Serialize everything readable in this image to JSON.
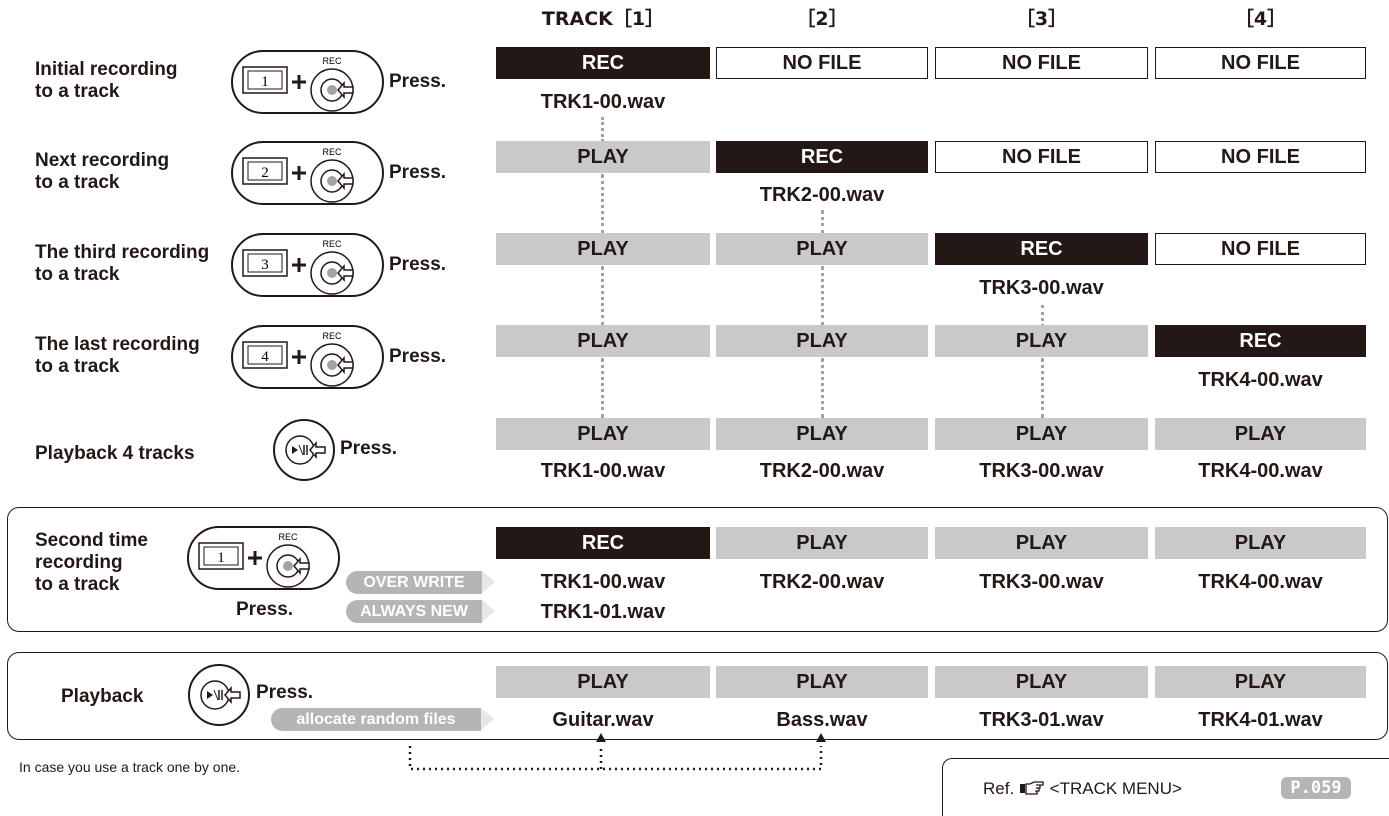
{
  "headers": [
    "TRACK［1］",
    "［2］",
    "［3］",
    "［4］"
  ],
  "states": {
    "rec": "REC",
    "play": "PLAY",
    "nofile": "NO FILE"
  },
  "press_label": "Press.",
  "rows": [
    {
      "label_lines": [
        "Initial recording",
        "to a track"
      ],
      "key": "1",
      "cells": [
        "rec",
        "nofile",
        "nofile",
        "nofile"
      ],
      "files": [
        "TRK1-00.wav",
        "",
        "",
        ""
      ]
    },
    {
      "label_lines": [
        "Next recording",
        "to a track"
      ],
      "key": "2",
      "cells": [
        "play",
        "rec",
        "nofile",
        "nofile"
      ],
      "files": [
        "",
        "TRK2-00.wav",
        "",
        ""
      ]
    },
    {
      "label_lines": [
        "The third recording",
        "to a track"
      ],
      "key": "3",
      "cells": [
        "play",
        "play",
        "rec",
        "nofile"
      ],
      "files": [
        "",
        "",
        "TRK3-00.wav",
        ""
      ]
    },
    {
      "label_lines": [
        "The last recording",
        "to a track"
      ],
      "key": "4",
      "cells": [
        "play",
        "play",
        "play",
        "rec"
      ],
      "files": [
        "",
        "",
        "",
        "TRK4-00.wav"
      ]
    },
    {
      "label_lines": [
        "Playback 4 tracks"
      ],
      "cells": [
        "play",
        "play",
        "play",
        "play"
      ],
      "files": [
        "TRK1-00.wav",
        "TRK2-00.wav",
        "TRK3-00.wav",
        "TRK4-00.wav"
      ]
    }
  ],
  "second": {
    "label_lines": [
      "Second time",
      "recording",
      "to a track"
    ],
    "key": "1",
    "options": [
      "OVER WRITE",
      "ALWAYS NEW"
    ],
    "cells": [
      "rec",
      "play",
      "play",
      "play"
    ],
    "files": [
      "TRK1-00.wav",
      "TRK2-00.wav",
      "TRK3-00.wav",
      "TRK4-00.wav"
    ],
    "alt_file": "TRK1-01.wav"
  },
  "playback": {
    "label": "Playback",
    "tag": "allocate random files",
    "cells": [
      "play",
      "play",
      "play",
      "play"
    ],
    "files": [
      "Guitar.wav",
      "Bass.wav",
      "TRK3-01.wav",
      "TRK4-01.wav"
    ]
  },
  "rec_icon_text": "REC",
  "footnote": "In case you use a track one by one.",
  "ref": {
    "prefix": "Ref.",
    "icon": "pointing-hand-icon",
    "menu": "<TRACK MENU>",
    "page": "P.059"
  },
  "colors": {
    "rec": "#231815",
    "play": "#c9c9c9",
    "dots": "#a3a3a3",
    "pill": "#b5b5b5"
  }
}
